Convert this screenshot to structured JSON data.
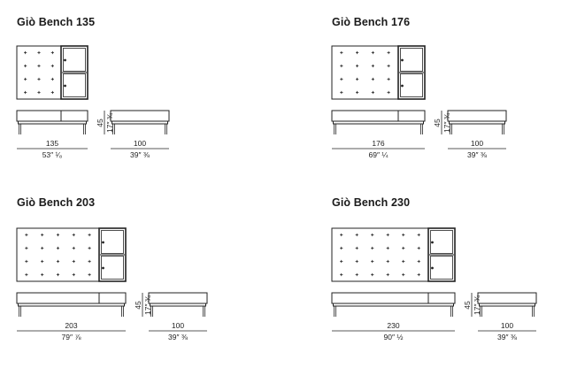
{
  "benches": [
    {
      "title": "Giò Bench 135",
      "tufted": {
        "cols": 3,
        "rows": 4
      },
      "length": {
        "cm": "135",
        "in": "53″ ¹⁄₈"
      },
      "height": {
        "cm": "45",
        "in": "17″ ¾"
      },
      "depth": {
        "cm": "100",
        "in": "39″ ⅜"
      }
    },
    {
      "title": "Giò Bench 176",
      "tufted": {
        "cols": 4,
        "rows": 4
      },
      "length": {
        "cm": "176",
        "in": "69″ ¼"
      },
      "height": {
        "cm": "45",
        "in": "17″ ¾"
      },
      "depth": {
        "cm": "100",
        "in": "39″ ⅜"
      }
    },
    {
      "title": "Giò Bench 203",
      "tufted": {
        "cols": 5,
        "rows": 4
      },
      "length": {
        "cm": "203",
        "in": "79″ ⅞"
      },
      "height": {
        "cm": "45",
        "in": "17″ ¾"
      },
      "depth": {
        "cm": "100",
        "in": "39″ ⅜"
      }
    },
    {
      "title": "Giò Bench 230",
      "tufted": {
        "cols": 6,
        "rows": 4
      },
      "length": {
        "cm": "230",
        "in": "90″ ½"
      },
      "height": {
        "cm": "45",
        "in": "17″ ¾"
      },
      "depth": {
        "cm": "100",
        "in": "39″ ⅜"
      }
    }
  ]
}
